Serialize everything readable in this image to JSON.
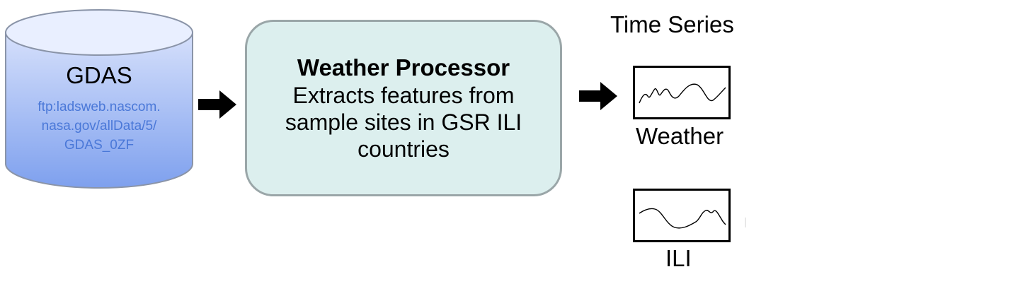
{
  "source": {
    "title": "GDAS",
    "url_lines": [
      "ftp:ladsweb.nascom.",
      "nasa.gov/allData/5/",
      "GDAS_0ZF"
    ]
  },
  "processor": {
    "title": "Weather Processor",
    "lines": [
      "Extracts features from",
      "sample sites in GSR ILI",
      "countries"
    ]
  },
  "outputs": {
    "heading": "Time Series",
    "weather_label": "Weather",
    "ili_label": "ILI"
  },
  "colors": {
    "cylinder_top": "#e9efff",
    "cylinder_body_top": "#d6e0fb",
    "cylinder_body_bottom": "#7ea0ee",
    "url_text": "#4a78d8",
    "processor_fill": "#dcefee",
    "processor_border": "#9aa6a8"
  }
}
